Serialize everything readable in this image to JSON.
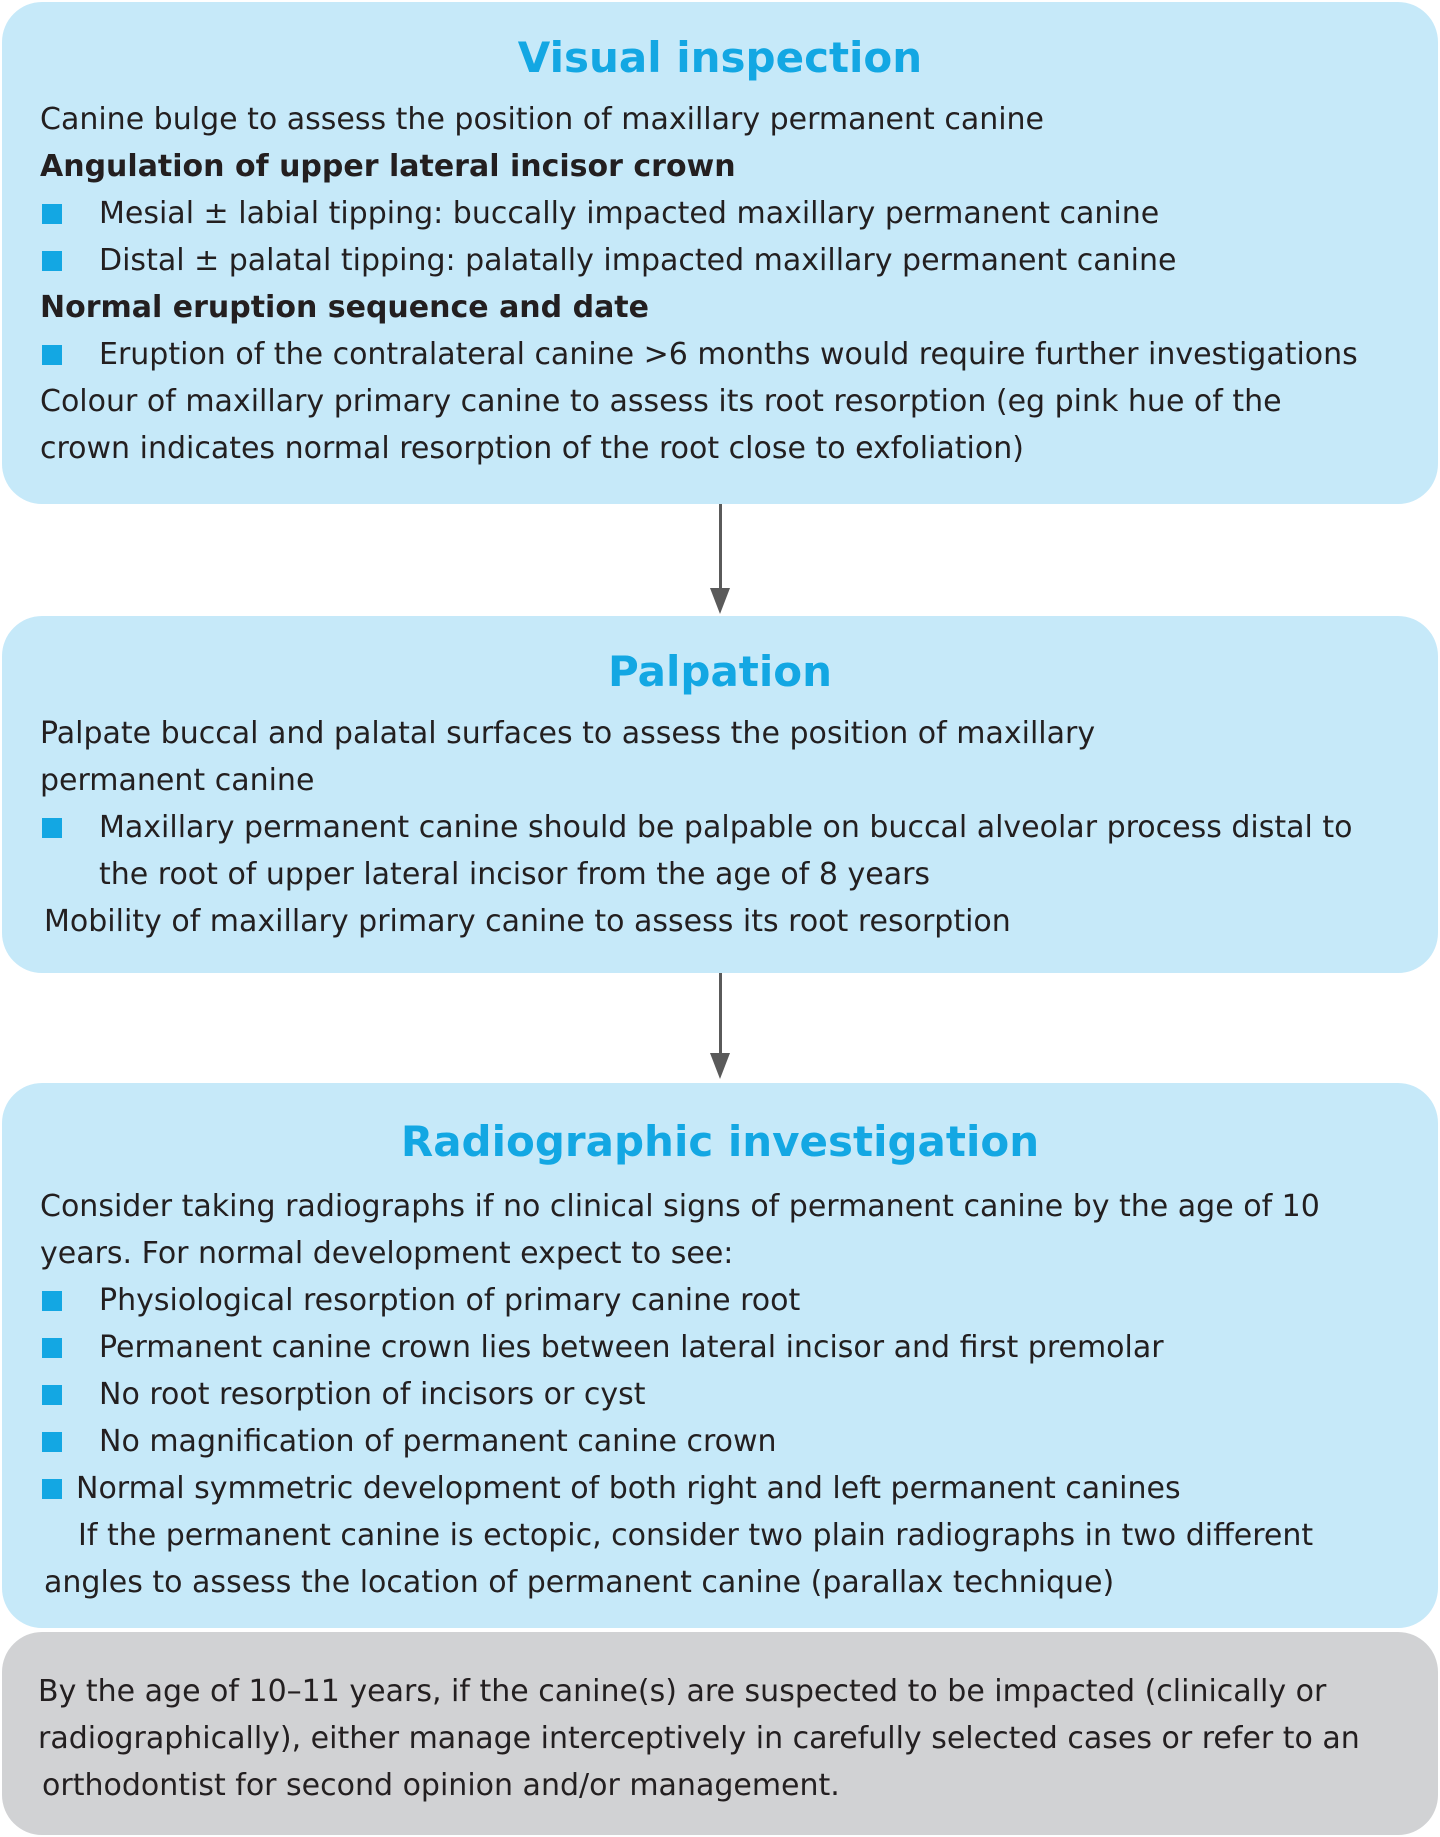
{
  "visual": {
    "title": "Visual inspection",
    "lines": [
      "Canine bulge to assess the position of maxillary permanent canine",
      "Angulation of upper lateral incisor crown",
      "Mesial ± labial tipping: buccally impacted maxillary permanent canine",
      "Distal ± palatal tipping: palatally impacted maxillary permanent canine",
      "Normal eruption sequence and date",
      "Eruption of the contralateral canine >6 months would require further investigations",
      "Colour of maxillary primary canine to assess its root resorption (eg pink hue of the",
      "crown indicates normal resorption of the root close to exfoliation)"
    ]
  },
  "palpation": {
    "title": "Palpation",
    "lines": [
      "Palpate buccal and palatal surfaces to assess the position of maxillary",
      "permanent canine",
      "Maxillary permanent canine should be palpable on buccal alveolar process distal to",
      "the root of upper lateral incisor from the age of 8 years",
      "Mobility of maxillary primary canine to assess its root resorption"
    ]
  },
  "radio": {
    "title": "Radiographic investigation",
    "lines": [
      "Consider taking radiographs if no clinical signs of permanent canine by the age of 10",
      "years. For normal development expect to see:",
      "Physiological resorption of primary canine root",
      "Permanent canine crown lies between lateral incisor and first premolar",
      "No root resorption of incisors or cyst",
      "No magnification of permanent canine crown",
      "Normal symmetric development of both right and left permanent canines",
      "If the permanent canine is ectopic, consider two plain radiographs in two different",
      "angles to assess the location of permanent canine (parallax technique)"
    ]
  },
  "conclusion": {
    "lines": [
      "By the age of 10–11 years, if the canine(s) are suspected to be impacted (clinically or",
      "radiographically), either manage interceptively in carefully selected cases or refer to an",
      "orthodontist for second opinion and/or management."
    ]
  },
  "colors": {
    "box": "#c6e9f9",
    "title": "#13a7e3",
    "bullet": "#13a7e3",
    "final": "#d1d2d4",
    "arrow": "#5a5a5a"
  }
}
